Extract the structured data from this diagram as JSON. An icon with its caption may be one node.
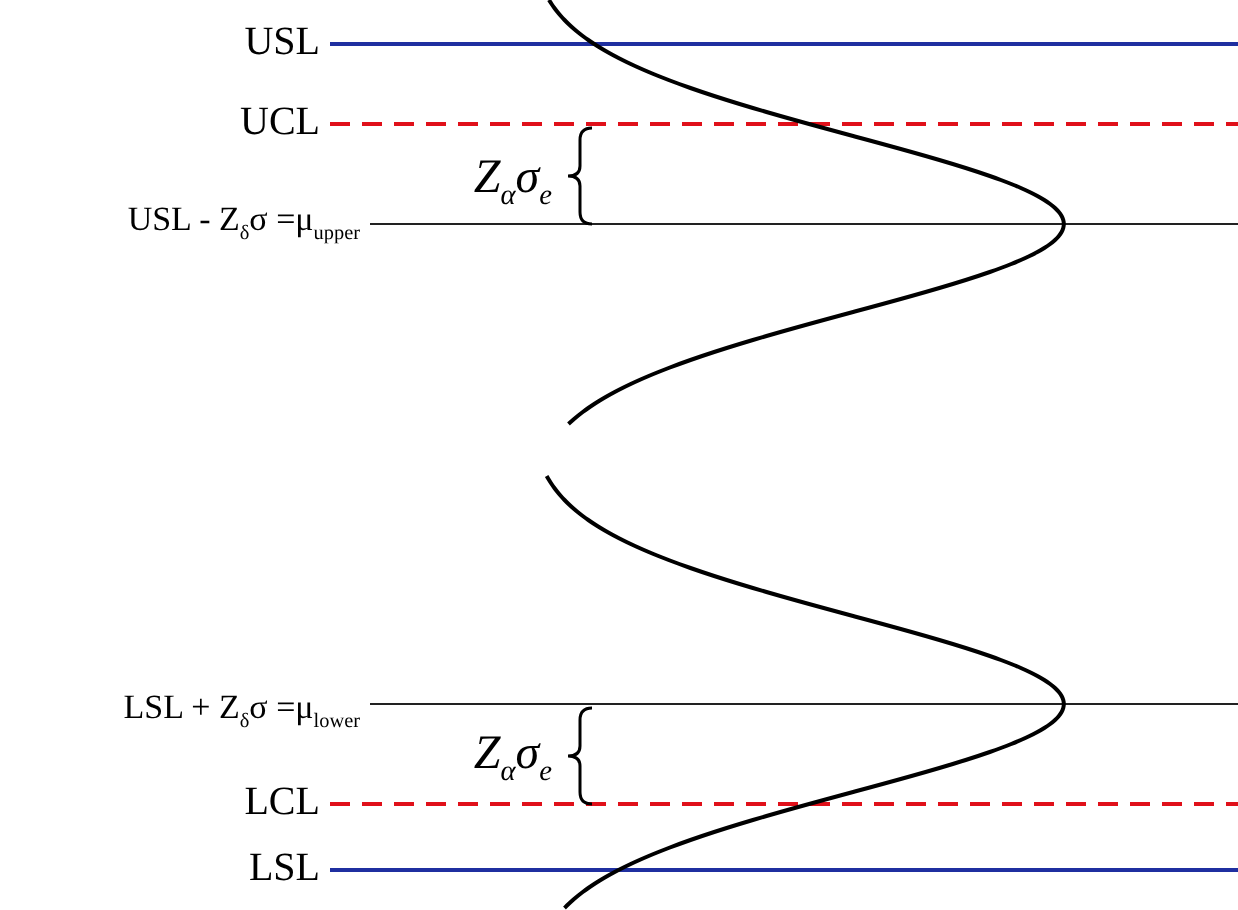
{
  "diagram": {
    "labels": [
      "USL",
      "UCL",
      "Z$_{α}$σ$_{e}$",
      "USL - Z$_{δ}$σ =μ$_{upper}$",
      "LSL + Z$_{δ}$σ =μ$_{lower}$",
      "Z$_{α}$σ$_{e}$",
      "LCL",
      "LSL"
    ]
  }
}
